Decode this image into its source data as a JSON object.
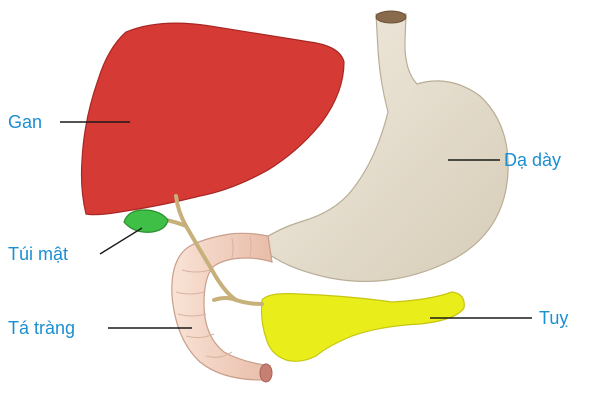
{
  "colors": {
    "label_text": "#1b8fd1",
    "leader_line": "#1a1a1a",
    "liver": "#d63a35",
    "gallbladder": "#3fbf45",
    "stomach": "#e8e0d0",
    "pancreas": "#e9ee1a",
    "duodenum": "#f6d6c6",
    "bile_duct": "#c7b07a"
  },
  "labels": {
    "liver": "Gan",
    "gallbladder": "Túi mật",
    "duodenum": "Tá tràng",
    "stomach": "Dạ dày",
    "pancreas": "Tuỵ"
  }
}
